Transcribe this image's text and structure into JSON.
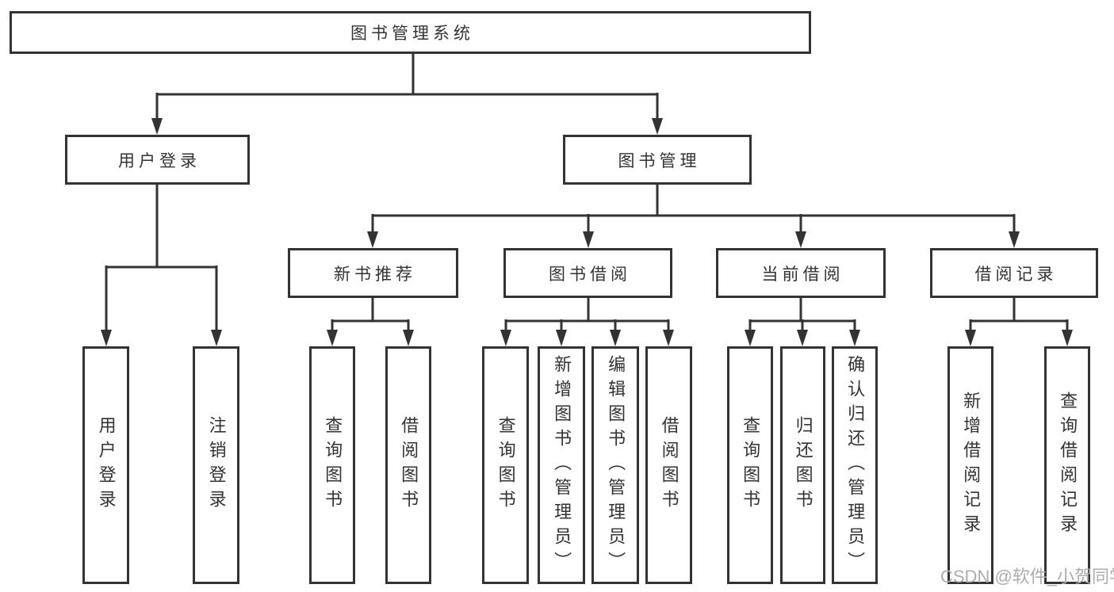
{
  "diagram": {
    "type": "hierarchy-tree",
    "line_color": "#333333",
    "text_color": "#333333",
    "background_color": "#ffffff",
    "root": {
      "label": "图书管理系统"
    },
    "level2": [
      {
        "label": "用户登录",
        "parent": "图书管理系统"
      },
      {
        "label": "图书管理",
        "parent": "图书管理系统"
      }
    ],
    "level3": [
      {
        "label": "新书推荐",
        "parent": "图书管理"
      },
      {
        "label": "图书借阅",
        "parent": "图书管理"
      },
      {
        "label": "当前借阅",
        "parent": "图书管理"
      },
      {
        "label": "借阅记录",
        "parent": "图书管理"
      }
    ],
    "leaves": [
      {
        "label": "用户登录",
        "parent": "用户登录"
      },
      {
        "label": "注销登录",
        "parent": "用户登录"
      },
      {
        "label": "查询图书",
        "parent": "新书推荐"
      },
      {
        "label": "借阅图书",
        "parent": "新书推荐"
      },
      {
        "label": "查询图书",
        "parent": "图书借阅"
      },
      {
        "label": "新增图书（管理员）",
        "parent": "图书借阅"
      },
      {
        "label": "编辑图书（管理员）",
        "parent": "图书借阅"
      },
      {
        "label": "借阅图书",
        "parent": "图书借阅"
      },
      {
        "label": "查询图书",
        "parent": "当前借阅"
      },
      {
        "label": "归还图书",
        "parent": "当前借阅"
      },
      {
        "label": "确认归还（管理员）",
        "parent": "当前借阅"
      },
      {
        "label": "新增借阅记录",
        "parent": "借阅记录"
      },
      {
        "label": "查询借阅记录",
        "parent": "借阅记录"
      }
    ]
  },
  "watermark": {
    "text": "CSDN @软件_小贺同学",
    "color": "#acacac"
  }
}
